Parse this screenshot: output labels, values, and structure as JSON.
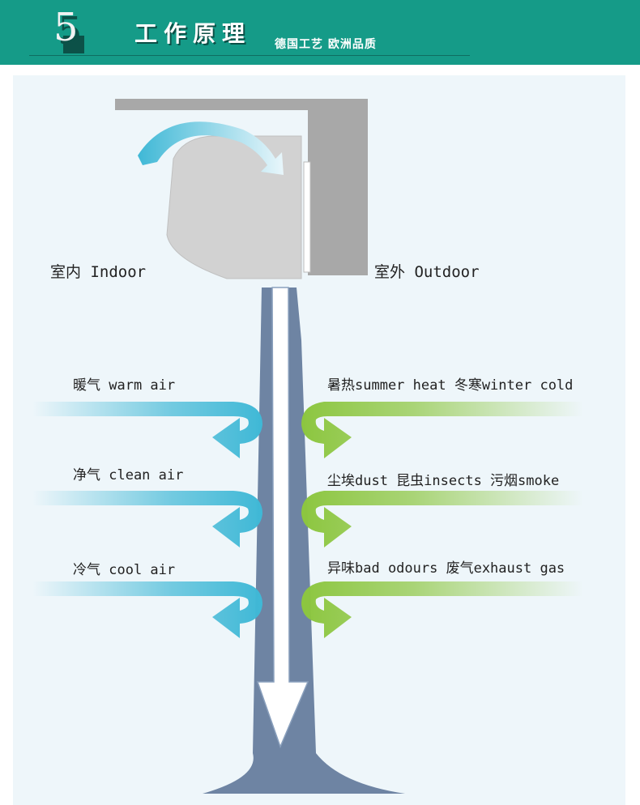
{
  "header": {
    "number": "5",
    "title": "工作原理",
    "subtitle": "德国工艺 欧洲品质"
  },
  "diagram": {
    "indoor": "室内  Indoor",
    "outdoor": "室外  Outdoor",
    "left_labels": [
      "暖气 warm air",
      "净气 clean air",
      "冷气 cool air"
    ],
    "right_labels": [
      "暑热summer heat  冬寒winter cold",
      "尘埃dust  昆虫insects  污烟smoke",
      "异味bad odours  废气exhaust gas"
    ]
  },
  "colors": {
    "header_bg": "#159b88",
    "blue_arrow": "#3fb8d6",
    "green_arrow": "#8cc63f",
    "pipe": "#6e84a3"
  }
}
